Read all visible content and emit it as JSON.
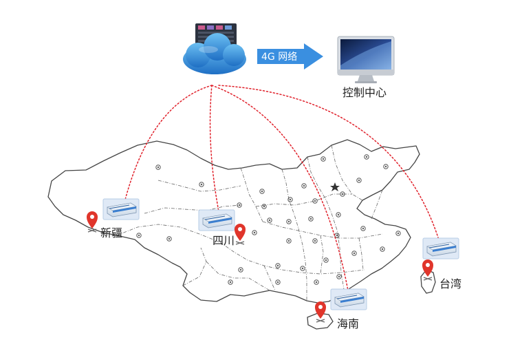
{
  "network": {
    "label": "4G 网络"
  },
  "control_center": {
    "label": "控制中心"
  },
  "sites": [
    {
      "id": "xinjiang",
      "label": "新疆"
    },
    {
      "id": "sichuan",
      "label": "四川"
    },
    {
      "id": "hainan",
      "label": "海南"
    },
    {
      "id": "taiwan",
      "label": "台湾"
    }
  ],
  "colors": {
    "link": "#e0202a",
    "cloud": "#2f88d6",
    "arrow": "#3a8fe0",
    "map_line": "#555555",
    "pin": "#e0352b",
    "device": "#5aa0e0"
  }
}
